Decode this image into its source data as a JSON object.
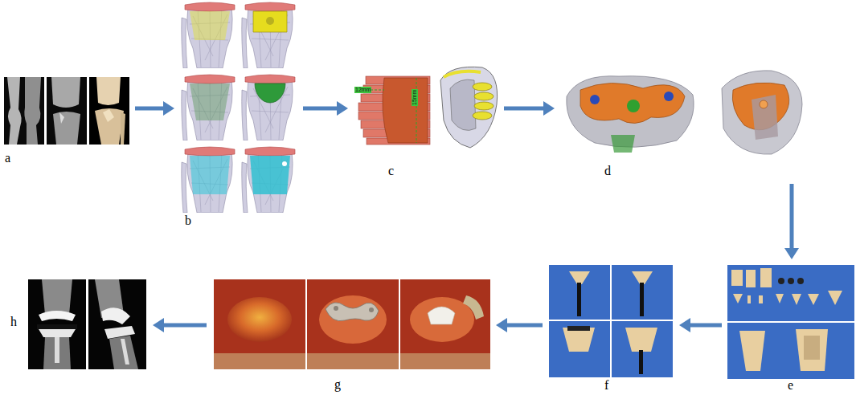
{
  "diagram": {
    "nodes": [
      {
        "text": [
          "a"
        ]
      },
      {
        "text": [
          "b"
        ]
      },
      {
        "text": [
          "c"
        ]
      },
      {
        "text": [
          "d"
        ]
      },
      {
        "text": [
          "e"
        ]
      },
      {
        "text": [
          "f"
        ]
      },
      {
        "text": [
          "g"
        ]
      },
      {
        "text": [
          "h"
        ]
      }
    ],
    "edges": [
      {
        "from": 0,
        "to": 1,
        "arrow": "to"
      },
      {
        "from": 1,
        "to": 2,
        "arrow": "to"
      },
      {
        "from": 2,
        "to": 3,
        "arrow": "to"
      },
      {
        "from": 3,
        "to": 4,
        "arrow": "to"
      },
      {
        "from": 4,
        "to": 5,
        "arrow": "to"
      },
      {
        "from": 5,
        "to": 6,
        "arrow": "to"
      },
      {
        "from": 6,
        "to": 7,
        "arrow": "to"
      }
    ],
    "labels": [
      "12mm",
      "15mm"
    ]
  }
}
